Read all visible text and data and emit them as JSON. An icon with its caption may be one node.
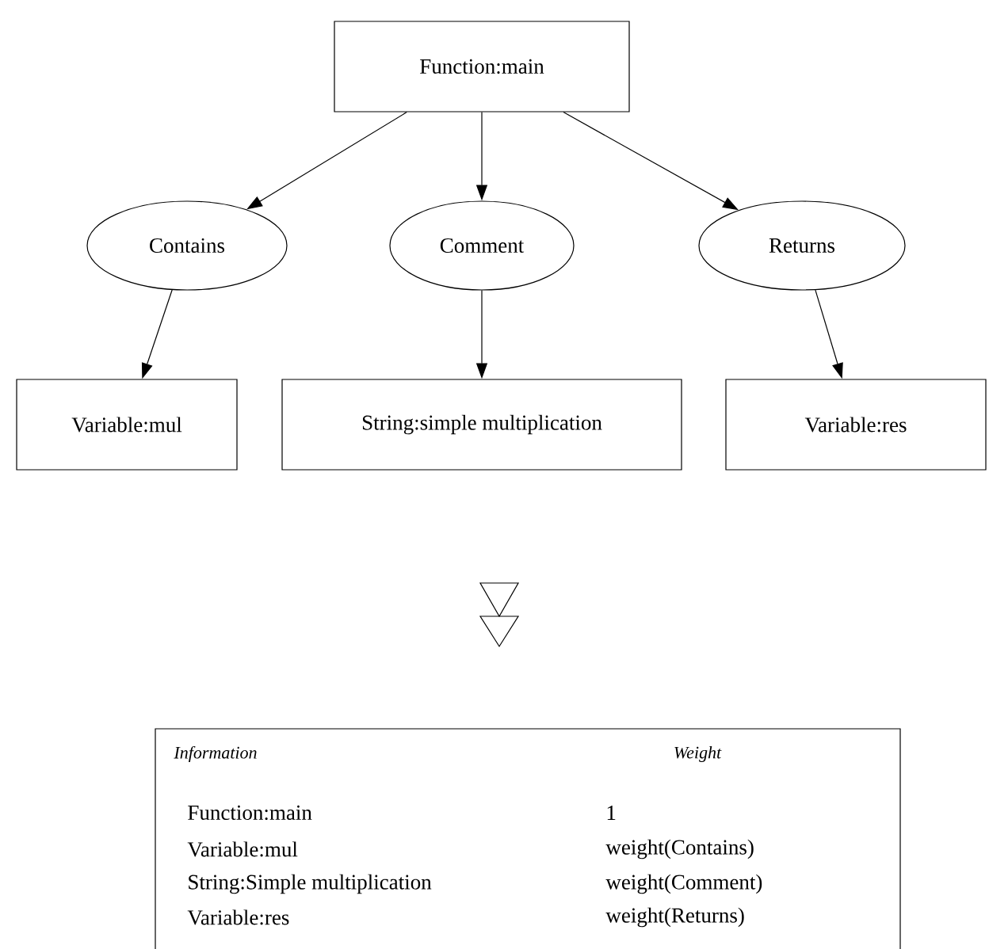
{
  "diagram": {
    "nodes": [
      {
        "text": [
          "Function:main"
        ]
      },
      {
        "text": [
          "Contains"
        ]
      },
      {
        "text": [
          "Comment"
        ]
      },
      {
        "text": [
          "Returns"
        ]
      },
      {
        "text": [
          "Variable:mul"
        ]
      },
      {
        "text": [
          "String:simple multiplication"
        ]
      },
      {
        "text": [
          "Variable:res"
        ]
      },
      {
        "text": [
          "Information",
          "Weight",
          "Function:main",
          "1",
          "Variable:mul",
          "weight(Contains)",
          "String:Simple multiplication",
          "weight(Comment)",
          "Variable:res",
          "weight(Returns)"
        ]
      }
    ],
    "edges": [
      {
        "from": 0,
        "to": 1,
        "arrow": "to"
      },
      {
        "from": 0,
        "to": 2,
        "arrow": "to"
      },
      {
        "from": 0,
        "to": 3,
        "arrow": "to"
      },
      {
        "from": 1,
        "to": 4,
        "arrow": "to"
      },
      {
        "from": 2,
        "to": 5,
        "arrow": "to"
      },
      {
        "from": 3,
        "to": 6,
        "arrow": "to"
      }
    ]
  }
}
